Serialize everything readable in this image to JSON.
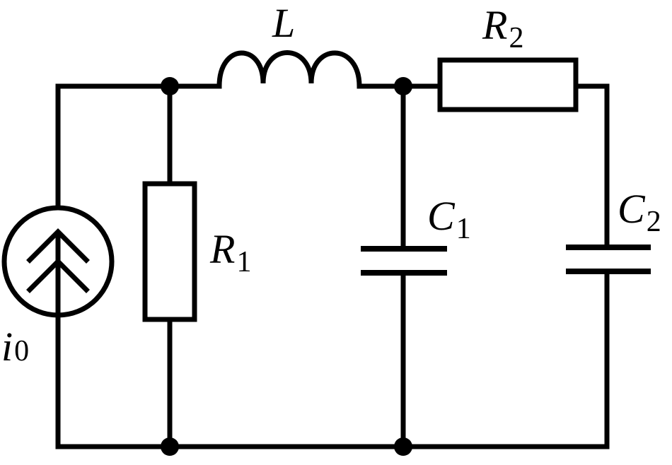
{
  "circuit": {
    "elements": {
      "current_source": {
        "symbol": "i",
        "subscript": "0"
      },
      "inductor": {
        "symbol": "L",
        "subscript": ""
      },
      "resistor_1": {
        "symbol": "R",
        "subscript": "1"
      },
      "resistor_2": {
        "symbol": "R",
        "subscript": "2"
      },
      "capacitor_1": {
        "symbol": "C",
        "subscript": "1"
      },
      "capacitor_2": {
        "symbol": "C",
        "subscript": "2"
      }
    },
    "line_color": "#000000",
    "background": "#ffffff"
  }
}
